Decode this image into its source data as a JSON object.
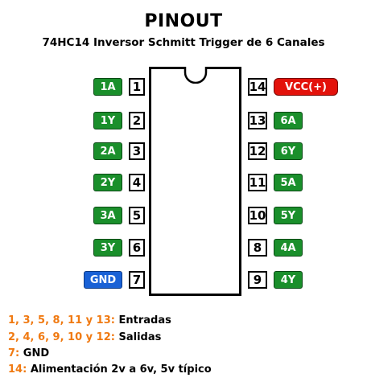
{
  "title": "PINOUT",
  "subtitle": "74HC14 Inversor Schmitt Trigger de 6 Canales",
  "colors": {
    "green": "#1a8f2b",
    "blue": "#1961d6",
    "red": "#e3120b",
    "orange": "#f07a12"
  },
  "left_pins": [
    {
      "number": "1",
      "label": "1A",
      "color": "green"
    },
    {
      "number": "2",
      "label": "1Y",
      "color": "green"
    },
    {
      "number": "3",
      "label": "2A",
      "color": "green"
    },
    {
      "number": "4",
      "label": "2Y",
      "color": "green"
    },
    {
      "number": "5",
      "label": "3A",
      "color": "green"
    },
    {
      "number": "6",
      "label": "3Y",
      "color": "green"
    },
    {
      "number": "7",
      "label": "GND",
      "color": "blue"
    }
  ],
  "right_pins": [
    {
      "number": "14",
      "label": "VCC(+)",
      "color": "red"
    },
    {
      "number": "13",
      "label": "6A",
      "color": "green"
    },
    {
      "number": "12",
      "label": "6Y",
      "color": "green"
    },
    {
      "number": "11",
      "label": "5A",
      "color": "green"
    },
    {
      "number": "10",
      "label": "5Y",
      "color": "green"
    },
    {
      "number": "8",
      "label": "4A",
      "color": "green"
    },
    {
      "number": "9",
      "label": "4Y",
      "color": "green"
    }
  ],
  "legend": [
    {
      "key": "1, 3, 5, 8, 11 y 13:",
      "value": "Entradas"
    },
    {
      "key": "2, 4, 6, 9, 10 y 12:",
      "value": "Salidas"
    },
    {
      "key": "7:",
      "value": "GND"
    },
    {
      "key": "14:",
      "value": "Alimentación 2v a 6v, 5v típico"
    }
  ]
}
